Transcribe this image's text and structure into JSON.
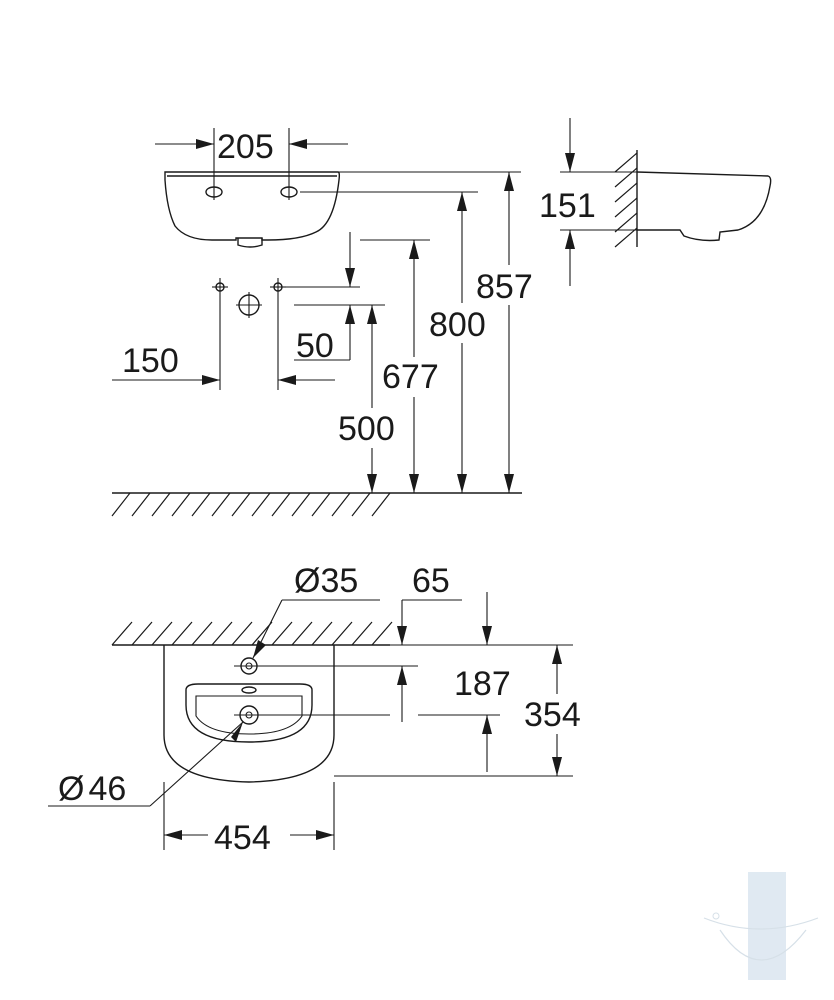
{
  "dimensions": {
    "hole_spacing": "205",
    "wall_depth": "151",
    "total_height": "857",
    "rim_height": "800",
    "drain_height": "677",
    "supply_height": "500",
    "supply_offset": "50",
    "supply_spacing": "150",
    "overflow_diameter": "35",
    "tap_offset": "65",
    "tap_to_drain": "187",
    "basin_depth": "354",
    "drain_diameter": "46",
    "basin_width": "454"
  },
  "symbols": {
    "diameter": "Ø"
  }
}
